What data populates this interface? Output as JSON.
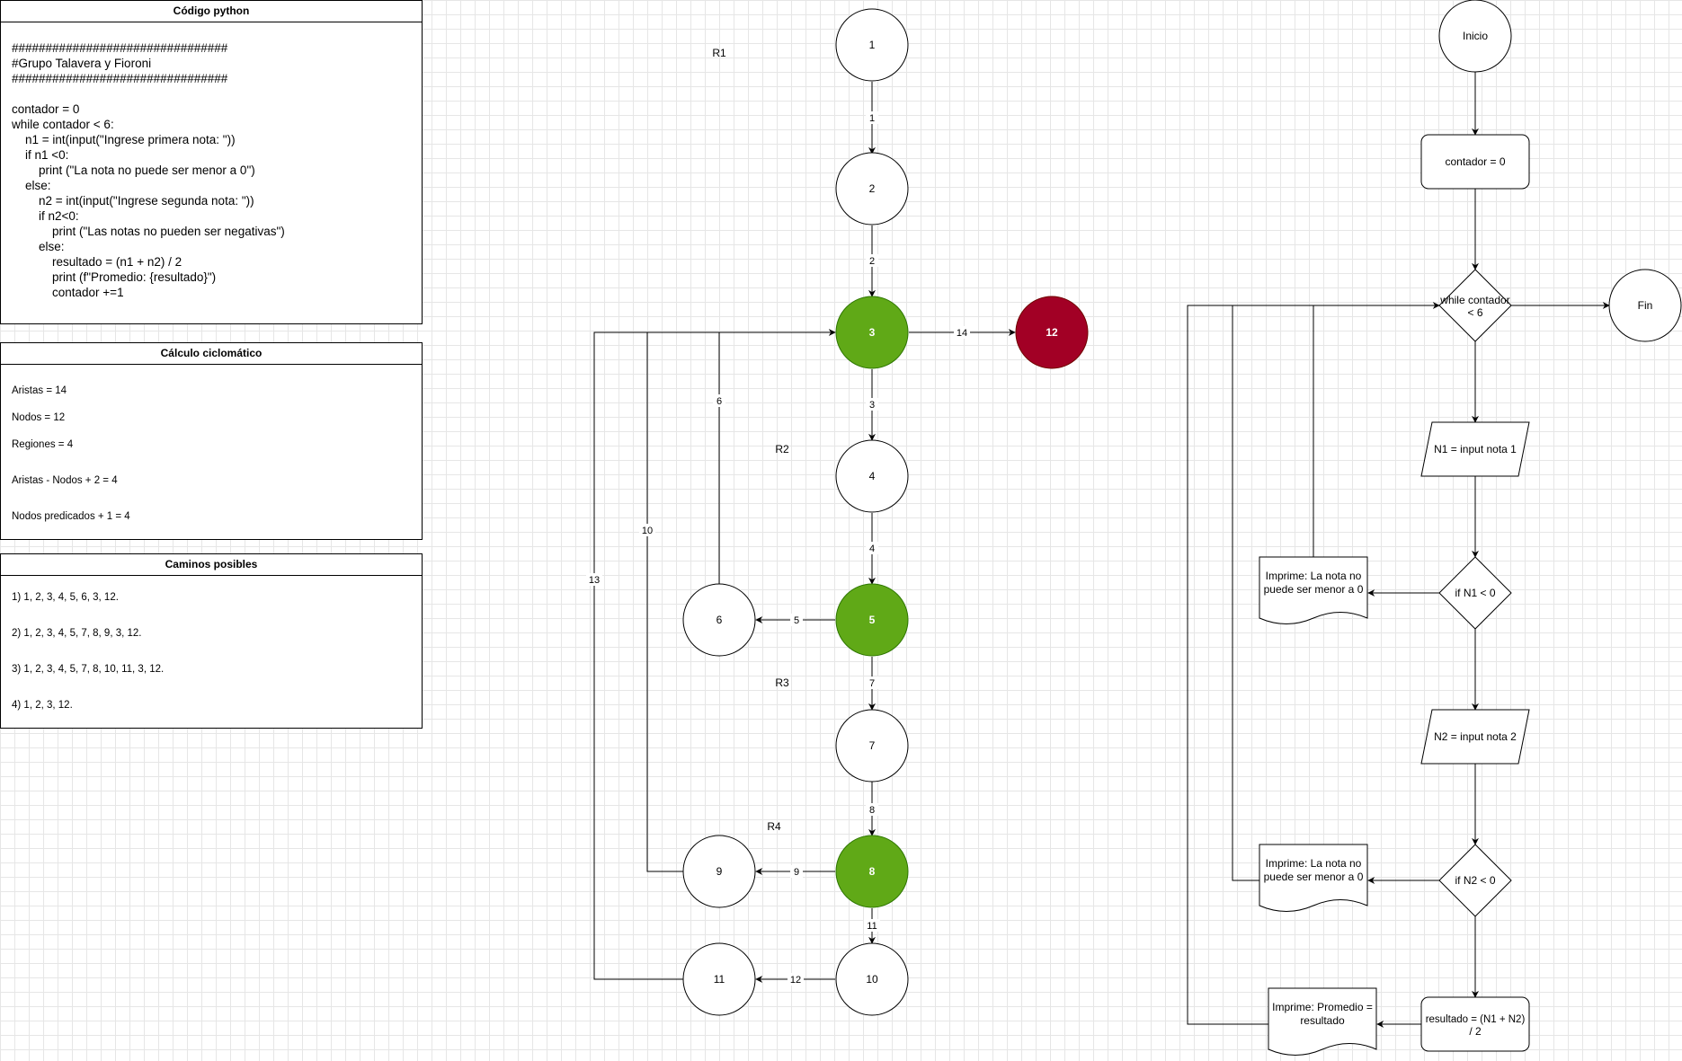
{
  "code_panel": {
    "title": "Código python",
    "lines": [
      "################################",
      "#Grupo Talavera y Fioroni",
      "################################",
      "",
      "contador = 0",
      "while contador < 6:",
      "    n1 = int(input(\"Ingrese primera nota: \"))",
      "    if n1 <0:",
      "        print (\"La nota no puede ser menor a 0\")",
      "    else:",
      "        n2 = int(input(\"Ingrese segunda nota: \"))",
      "        if n2<0:",
      "            print (\"Las notas no pueden ser negativas\")",
      "        else:",
      "            resultado = (n1 + n2) / 2",
      "            print (f\"Promedio: {resultado}\")",
      "            contador +=1"
    ]
  },
  "calc_panel": {
    "title": "Cálculo ciclomático",
    "aristas": "Aristas = 14",
    "nodos": "Nodos = 12",
    "regiones": "Regiones = 4",
    "formula1": "Aristas - Nodos + 2  = 4",
    "formula2": "Nodos predicados + 1 = 4"
  },
  "paths_panel": {
    "title": "Caminos posibles",
    "paths": [
      "1) 1, 2, 3, 4, 5,  6, 3, 12.",
      "2) 1, 2, 3, 4, 5, 7, 8, 9, 3, 12.",
      "3) 1, 2, 3, 4, 5, 7, 8, 10, 11,  3, 12.",
      "4) 1, 2, 3, 12."
    ]
  },
  "flow_graph": {
    "nodes": [
      {
        "id": "n1",
        "label": "1",
        "fill": "#ffffff",
        "text_color": "#000000"
      },
      {
        "id": "n2",
        "label": "2",
        "fill": "#ffffff",
        "text_color": "#000000"
      },
      {
        "id": "n3",
        "label": "3",
        "fill": "#60a917",
        "text_color": "#ffffff"
      },
      {
        "id": "n12",
        "label": "12",
        "fill": "#a20025",
        "text_color": "#ffffff"
      },
      {
        "id": "n4",
        "label": "4",
        "fill": "#ffffff",
        "text_color": "#000000"
      },
      {
        "id": "n5",
        "label": "5",
        "fill": "#60a917",
        "text_color": "#ffffff"
      },
      {
        "id": "n6",
        "label": "6",
        "fill": "#ffffff",
        "text_color": "#000000"
      },
      {
        "id": "n7",
        "label": "7",
        "fill": "#ffffff",
        "text_color": "#000000"
      },
      {
        "id": "n8",
        "label": "8",
        "fill": "#60a917",
        "text_color": "#ffffff"
      },
      {
        "id": "n9",
        "label": "9",
        "fill": "#ffffff",
        "text_color": "#000000"
      },
      {
        "id": "n10",
        "label": "10",
        "fill": "#ffffff",
        "text_color": "#000000"
      },
      {
        "id": "n11",
        "label": "11",
        "fill": "#ffffff",
        "text_color": "#000000"
      }
    ],
    "edges": [
      {
        "id": "e1",
        "label": "1",
        "from": "1",
        "to": "2"
      },
      {
        "id": "e2",
        "label": "2",
        "from": "2",
        "to": "3"
      },
      {
        "id": "e3",
        "label": "3",
        "from": "3",
        "to": "4"
      },
      {
        "id": "e4",
        "label": "4",
        "from": "4",
        "to": "5"
      },
      {
        "id": "e5",
        "label": "5",
        "from": "5",
        "to": "6"
      },
      {
        "id": "e6",
        "label": "6",
        "from": "6",
        "to": "3"
      },
      {
        "id": "e7",
        "label": "7",
        "from": "5",
        "to": "7"
      },
      {
        "id": "e8",
        "label": "8",
        "from": "7",
        "to": "8"
      },
      {
        "id": "e9",
        "label": "9",
        "from": "8",
        "to": "9"
      },
      {
        "id": "e10",
        "label": "10",
        "from": "9",
        "to": "3"
      },
      {
        "id": "e11",
        "label": "11",
        "from": "8",
        "to": "10"
      },
      {
        "id": "e12",
        "label": "12",
        "from": "10",
        "to": "11"
      },
      {
        "id": "e13",
        "label": "13",
        "from": "11",
        "to": "3"
      },
      {
        "id": "e14",
        "label": "14",
        "from": "3",
        "to": "12"
      }
    ],
    "regions": [
      "R1",
      "R2",
      "R3",
      "R4"
    ]
  },
  "flowchart": {
    "inicio": "Inicio",
    "contador": "contador = 0",
    "while": [
      "while contador",
      "< 6"
    ],
    "fin": "Fin",
    "input1": "N1 = input nota 1",
    "if1": "if  N1 < 0",
    "print1": [
      "Imprime: La nota no",
      "puede ser menor a 0"
    ],
    "input2": "N2 = input nota 2",
    "if2": "if N2 < 0",
    "print2": [
      "Imprime: La nota no",
      "puede ser menor a 0"
    ],
    "resultado": [
      "resultado = (N1 + N2)",
      "/ 2"
    ],
    "print3": [
      "Imprime: Promedio =",
      "resultado"
    ]
  }
}
